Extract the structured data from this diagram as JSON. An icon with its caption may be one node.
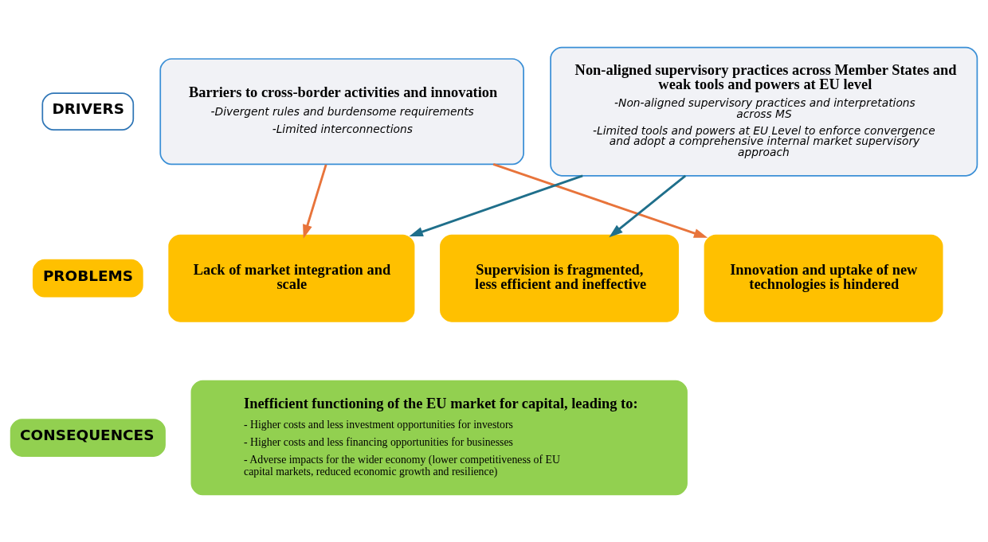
{
  "diagram": {
    "nodes": [
      {
        "text": [
          "DRIVERS"
        ]
      },
      {
        "text": [
          "Barriers to cross-border activities and innovation",
          "-Divergent rules and burdensome requirements",
          "-Limited interconnections"
        ]
      },
      {
        "text": [
          "Non-aligned supervisory practices across Member States and weak tools and powers at EU level",
          "-Non-aligned supervisory practices and interpretations across MS",
          "-Limited tools and powers at EU Level to enforce convergence and adopt a comprehensive internal market supervisory approach"
        ]
      },
      {
        "text": [
          "PROBLEMS"
        ]
      },
      {
        "text": [
          "Lack of market integration and scale"
        ]
      },
      {
        "text": [
          "Supervision is fragmented, less efficient and ineffective"
        ]
      },
      {
        "text": [
          "Innovation and uptake of new technologies is hindered"
        ]
      },
      {
        "text": [
          "CONSEQUENCES"
        ]
      },
      {
        "text": [
          "Inefficient functioning of the EU market for capital, leading to:",
          "- Higher costs and less investment opportunities for investors",
          "- Higher costs and less financing opportunities for businesses",
          "- Adverse impacts for the wider economy (lower competitiveness of EU capital markets, reduced economic growth and resilience)"
        ]
      }
    ],
    "edges": [
      {
        "from": 1,
        "to": 4,
        "arrow": "to",
        "color": "#e8743b"
      },
      {
        "from": 1,
        "to": 6,
        "arrow": "to",
        "color": "#e8743b"
      },
      {
        "from": 2,
        "to": 4,
        "arrow": "to",
        "color": "#1f6f8b"
      },
      {
        "from": 2,
        "to": 5,
        "arrow": "to",
        "color": "#1f6f8b"
      }
    ]
  }
}
